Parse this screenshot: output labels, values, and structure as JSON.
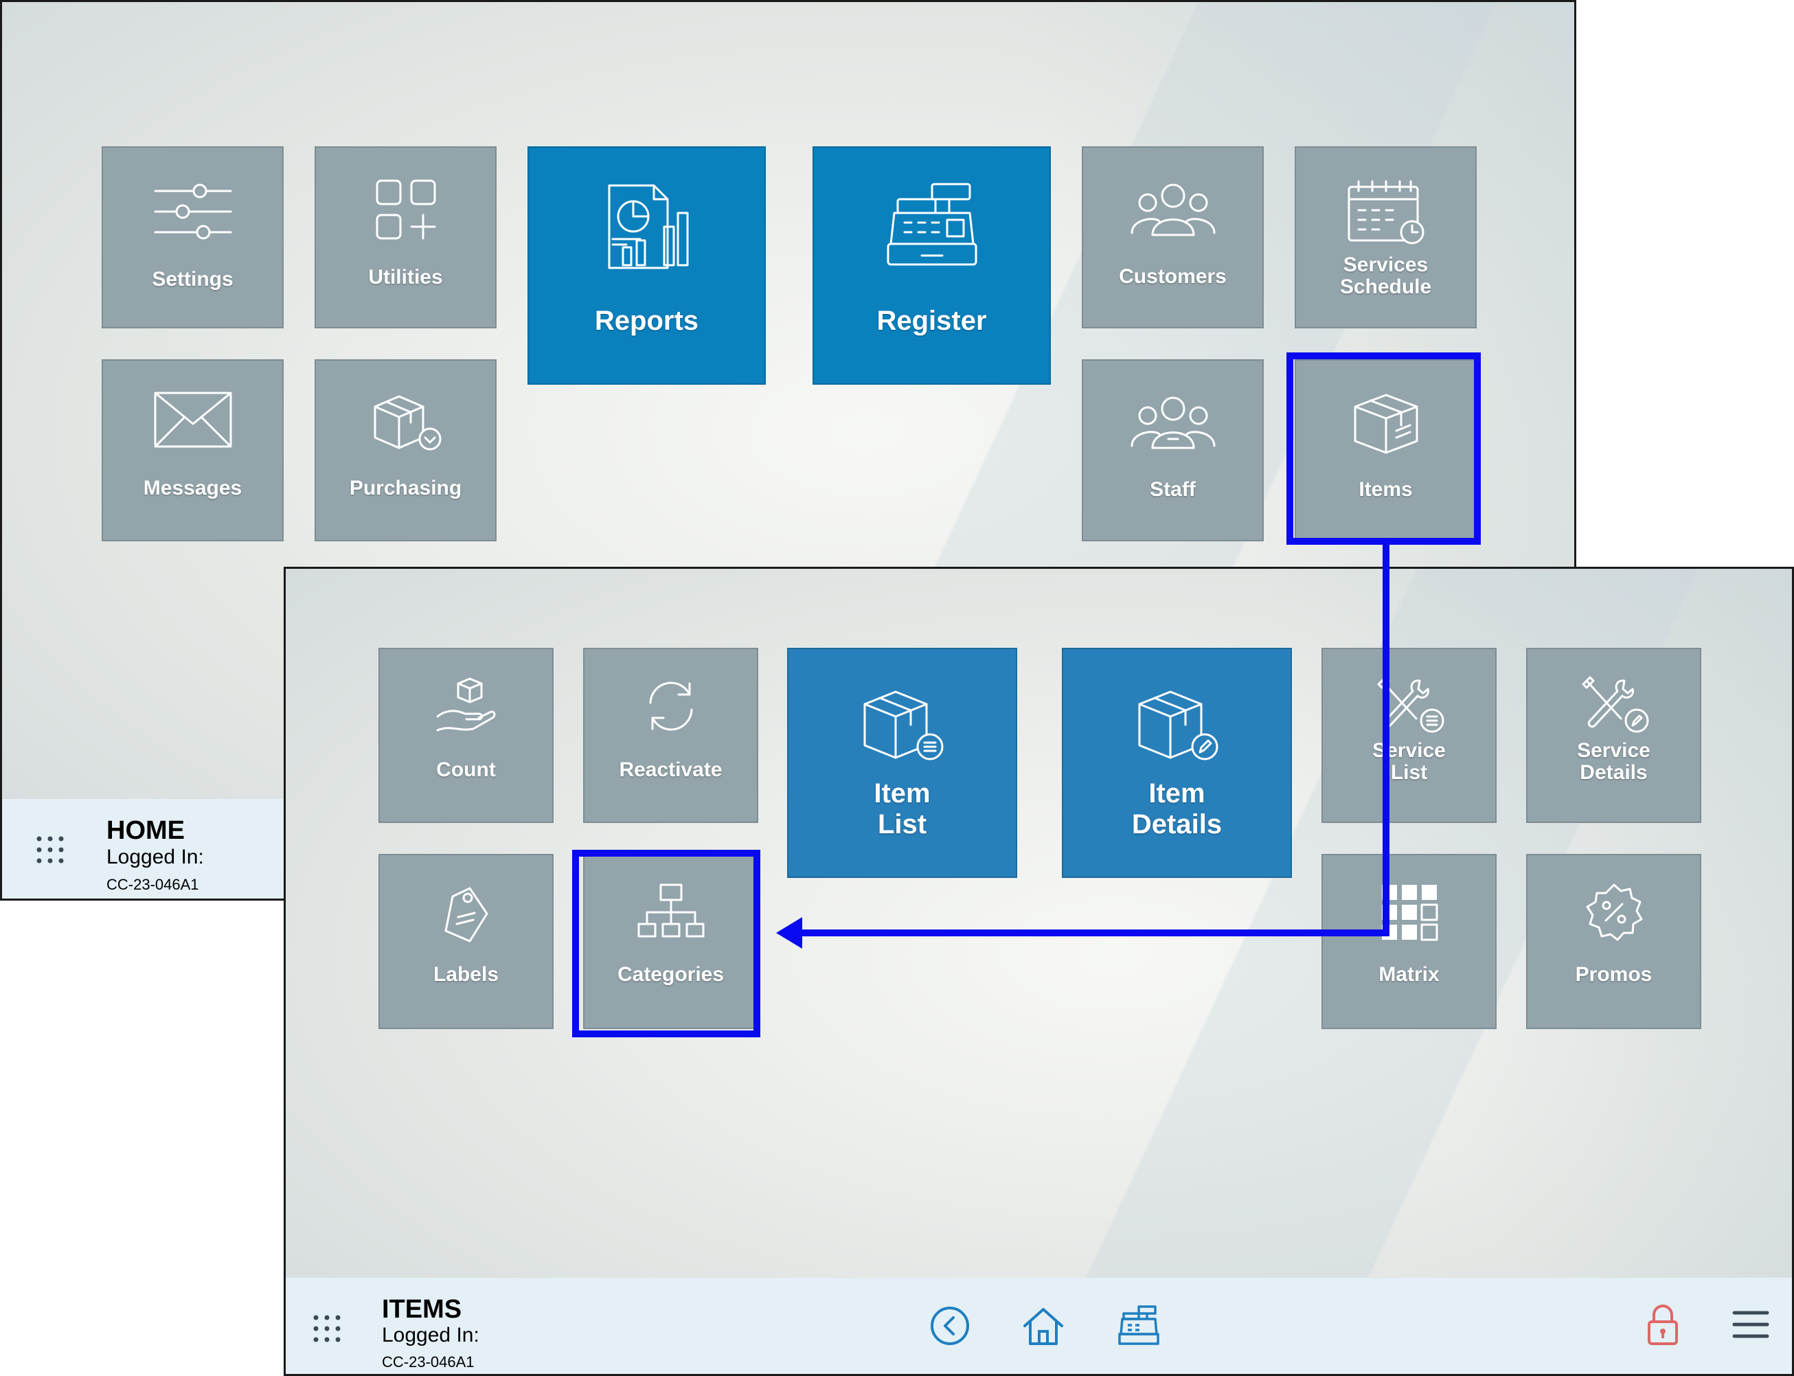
{
  "home": {
    "tiles": {
      "settings": "Settings",
      "utilities": "Utilities",
      "reports": "Reports",
      "register": "Register",
      "customers": "Customers",
      "services_schedule": "Services\nSchedule",
      "messages": "Messages",
      "purchasing": "Purchasing",
      "staff": "Staff",
      "items": "Items"
    },
    "footer": {
      "screen_name": "HOME",
      "logged_in": "Logged In:",
      "station_code": "CC-23-046A1"
    }
  },
  "items_screen": {
    "tiles": {
      "count": "Count",
      "reactivate": "Reactivate",
      "item_list": "Item\nList",
      "item_details": "Item\nDetails",
      "service_list": "Service\nList",
      "service_details": "Service\nDetails",
      "labels": "Labels",
      "categories": "Categories",
      "matrix": "Matrix",
      "promos": "Promos"
    },
    "footer": {
      "screen_name": "ITEMS",
      "logged_in": "Logged In:",
      "station_code": "CC-23-046A1"
    },
    "footer_icons": [
      "back-icon",
      "home-icon",
      "register-icon",
      "lock-icon",
      "menu-icon"
    ]
  },
  "colors": {
    "tile_gray": "#93a4ab",
    "tile_blue": "#0a80bd",
    "highlight_blue": "#0a0af0",
    "footer_bg": "#e4f0f6"
  }
}
